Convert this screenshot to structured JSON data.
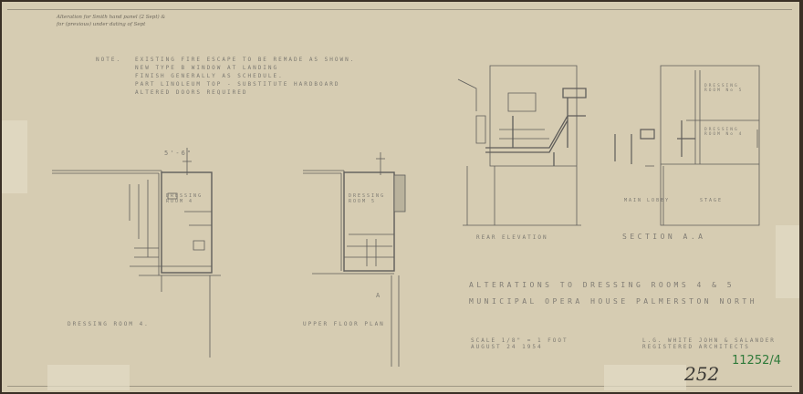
{
  "handwritten_note": [
    "Alteration for Smith hand panel (2 Sept) &",
    "for (previous) under dating of Sept"
  ],
  "notes": {
    "heading": "NOTE.",
    "lines": [
      "EXISTING FIRE ESCAPE TO BE REMADE AS SHOWN.",
      "NEW TYPE B WINDOW AT LANDING",
      "FINISH GENERALLY AS SCHEDULE.",
      "PART LINOLEUM TOP - SUBSTITUTE HARDBOARD",
      "ALTERED DOORS REQUIRED"
    ]
  },
  "views": {
    "plan1": "DRESSING ROOM 4.",
    "plan1_room": "DRESSING ROOM 4",
    "plan1_dim": "5'-6\"",
    "plan2": "UPPER FLOOR PLAN",
    "plan2_room": "DRESSING ROOM 5",
    "rear_elevation": "REAR ELEVATION",
    "section": "SECTION A.A",
    "section_rooms": [
      "DRESSING ROOM No 5",
      "DRESSING ROOM No 4",
      "STAGE",
      "MAIN LOBBY"
    ],
    "section_marker": "A"
  },
  "title_block": {
    "title": "ALTERATIONS TO DRESSING ROOMS 4 & 5",
    "subtitle": "MUNICIPAL OPERA HOUSE PALMERSTON NORTH",
    "scale": "SCALE 1/8\" = 1 FOOT",
    "date": "AUGUST 24 1954",
    "architect": "L.G. WHITE JOHN & SALANDER",
    "architect_role": "REGISTERED ARCHITECTS",
    "archive_number": "11252/4",
    "sheet_number": "252"
  },
  "colors": {
    "paper": "#d6ccb2",
    "ink": "#5c5a57",
    "archive_ink": "#2f7a3a"
  }
}
